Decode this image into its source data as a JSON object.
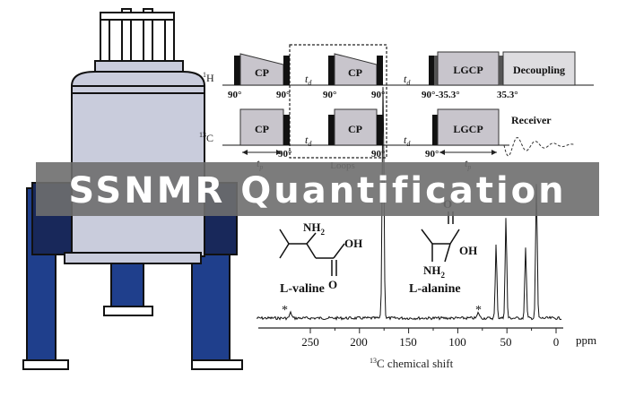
{
  "pulse_sequence": {
    "channel_1h": {
      "nucleus_sup": "1",
      "nucleus": "H"
    },
    "channel_13c": {
      "nucleus_sup": "13",
      "nucleus": "C"
    },
    "blocks": {
      "cp": "CP",
      "lgcp": "LGCP",
      "decoupling": "Decoupling"
    },
    "delay_sym": "t",
    "delay_sub_d": "d",
    "delay_sub_p": "p",
    "angles": {
      "a90": "90°",
      "a90_353": "90°-35.3°",
      "a353": "35.3°"
    },
    "loops_label": "Loops",
    "receiver_label": "Receiver"
  },
  "banner": {
    "title": "SSNMR Quantification"
  },
  "molecules": {
    "valine": {
      "nh2": "NH",
      "nh2_sub": "2",
      "oh": "OH",
      "o": "O",
      "name": "L-valine"
    },
    "alanine": {
      "nh2": "NH",
      "nh2_sub": "2",
      "oh": "OH",
      "o": "O",
      "name": "L-alanine"
    }
  },
  "spectrum": {
    "ticks": [
      "250",
      "200",
      "150",
      "100",
      "50",
      "0"
    ],
    "unit": "ppm",
    "xlabel_sup": "13",
    "xlabel": "C chemical shift",
    "sideband_marker": "*"
  },
  "colors": {
    "magnet_steel": "#c9ccdc",
    "magnet_blue": "#1f3f8c",
    "magnet_navy": "#18285a",
    "block_gray": "#c8c5cc",
    "banner": "#6e6e6e"
  }
}
